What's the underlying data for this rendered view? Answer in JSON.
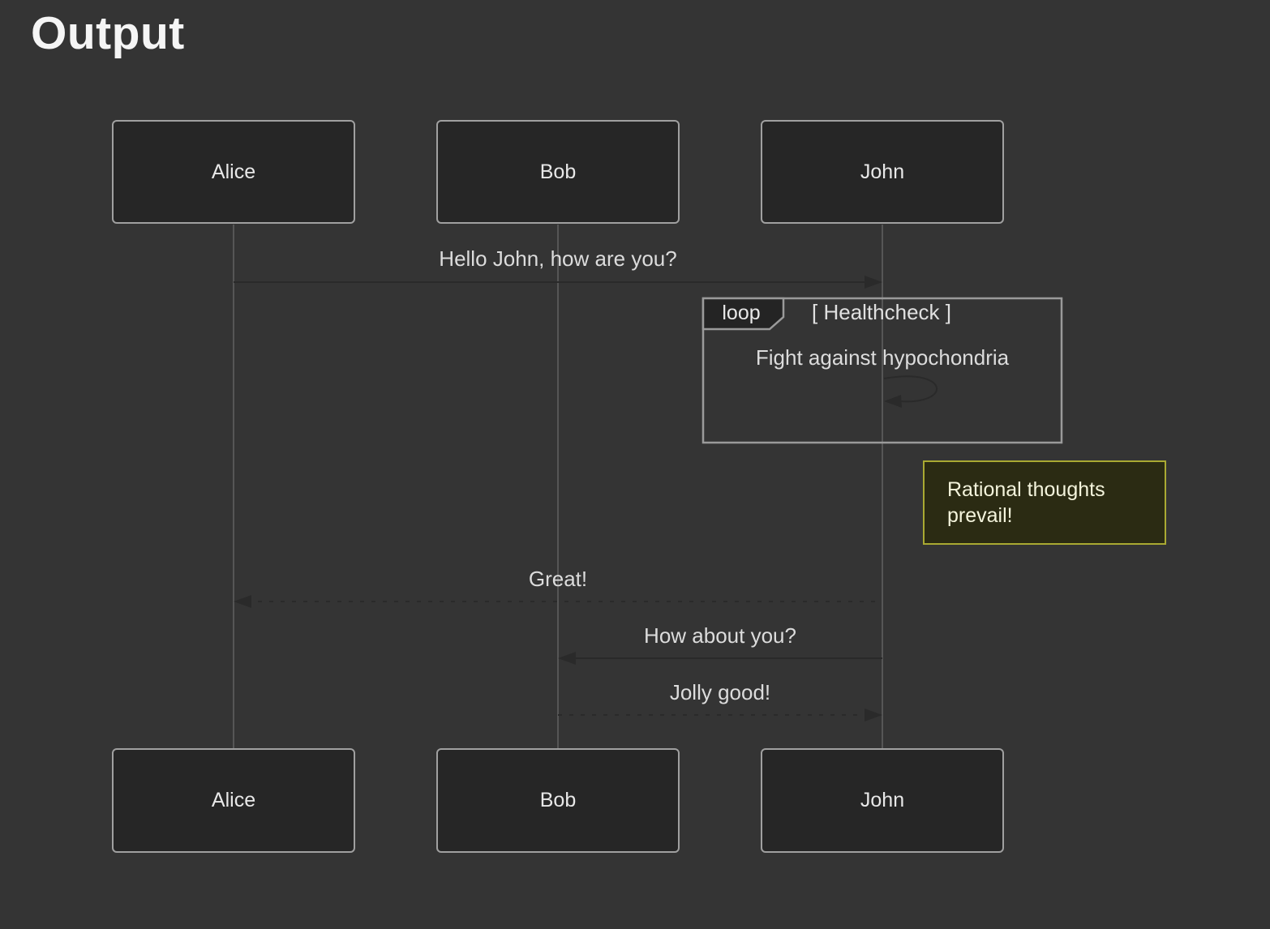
{
  "title": "Output",
  "diagram": {
    "type": "mermaid-sequence-diagram",
    "actors": [
      "Alice",
      "Bob",
      "John"
    ],
    "messages": [
      {
        "from": "Alice",
        "to": "John",
        "text": "Hello John, how are you?",
        "line": "solid"
      },
      {
        "from": "John",
        "to": "John",
        "text": "Fight against hypochondria",
        "line": "self-loop"
      },
      {
        "from": "John",
        "to": "Alice",
        "text": "Great!",
        "line": "dashed"
      },
      {
        "from": "John",
        "to": "Bob",
        "text": "How about you?",
        "line": "solid"
      },
      {
        "from": "Bob",
        "to": "John",
        "text": "Jolly good!",
        "line": "dashed"
      }
    ],
    "loop": {
      "label": "loop",
      "condition_display": "[ Healthcheck ]"
    },
    "note": {
      "position": "right of John",
      "text": "Rational thoughts prevail!"
    },
    "colors": {
      "background": "#343434",
      "actor_fill": "#262626",
      "actor_border": "#a0a0a0",
      "actor_text": "#e8e8e8",
      "lifeline": "#565656",
      "signal_line": "#2a2a2a",
      "message_text": "#dcdcdc",
      "loop_border": "#9a9a9a",
      "loop_label_fill": "#242424",
      "note_fill": "#2b2b13",
      "note_border": "#a9a932",
      "note_text": "#f4f4dc",
      "title_text": "#f5f5f5"
    }
  }
}
